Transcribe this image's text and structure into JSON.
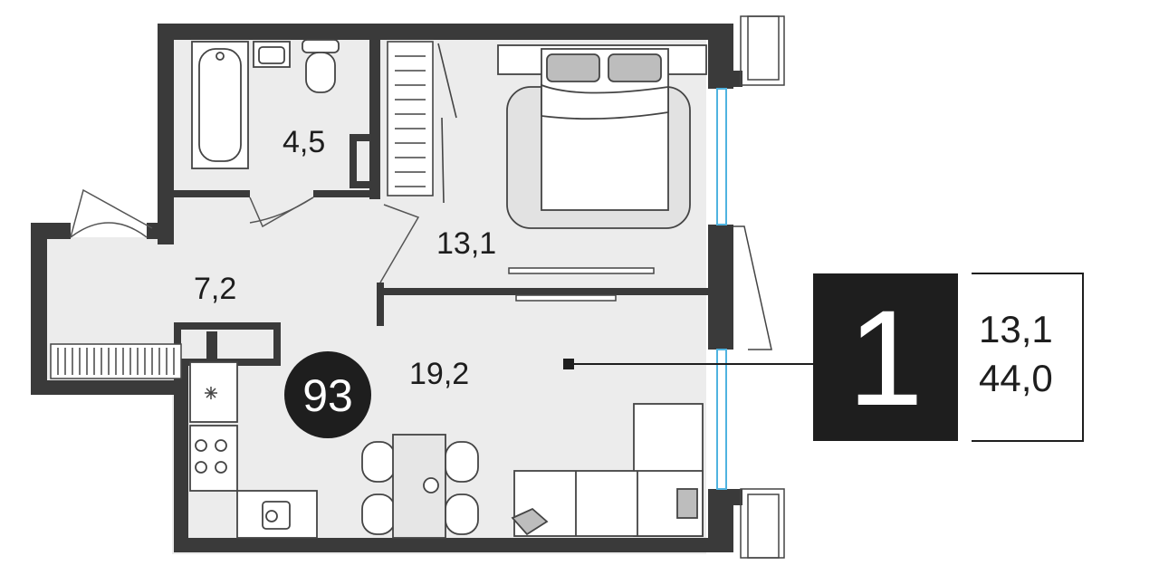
{
  "rooms": {
    "bathroom": "4,5",
    "bedroom": "13,1",
    "hall": "7,2",
    "living": "19,2"
  },
  "apartment_number": "93",
  "room_count": "1",
  "living_area": "13,1",
  "total_area": "44,0",
  "colors": {
    "wall": "#3a3a3a",
    "floor": "#ececec",
    "badge": "#1e1e1e",
    "window": "#4fb3e0"
  }
}
